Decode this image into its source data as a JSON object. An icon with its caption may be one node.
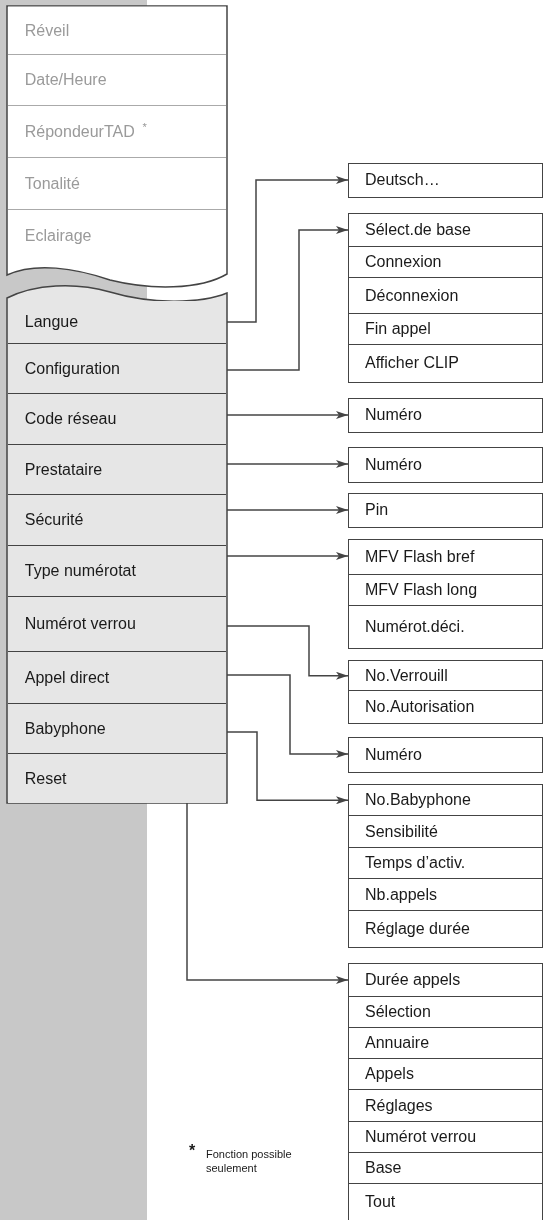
{
  "diagram": {
    "nodes": [
      {
        "text": [
          "Réveil"
        ]
      },
      {
        "text": [
          "Date/Heure"
        ]
      },
      {
        "text": [
          "RépondeurTAD $^{*}$"
        ]
      },
      {
        "text": [
          "Tonalité"
        ]
      },
      {
        "text": [
          "Eclairage"
        ]
      },
      {
        "text": [
          "Langue"
        ]
      },
      {
        "text": [
          "Configuration"
        ]
      },
      {
        "text": [
          "Code réseau"
        ]
      },
      {
        "text": [
          "Prestataire"
        ]
      },
      {
        "text": [
          "Sécurité"
        ]
      },
      {
        "text": [
          "Type numérotat"
        ]
      },
      {
        "text": [
          "Numérot verrou"
        ]
      },
      {
        "text": [
          "Appel direct"
        ]
      },
      {
        "text": [
          "Babyphone"
        ]
      },
      {
        "text": [
          "Reset"
        ]
      },
      {
        "text": [
          "Deutsch…"
        ]
      },
      {
        "text": [
          "Sélect.de base"
        ]
      },
      {
        "text": [
          "Connexion"
        ]
      },
      {
        "text": [
          "Déconnexion"
        ]
      },
      {
        "text": [
          "Fin appel"
        ]
      },
      {
        "text": [
          "Afficher CLIP"
        ]
      },
      {
        "text": [
          "Numéro"
        ]
      },
      {
        "text": [
          "Numéro"
        ]
      },
      {
        "text": [
          "Pin"
        ]
      },
      {
        "text": [
          "MFV Flash bref"
        ]
      },
      {
        "text": [
          "MFV Flash long"
        ]
      },
      {
        "text": [
          "Numérot.déci."
        ]
      },
      {
        "text": [
          "No.Verrouill"
        ]
      },
      {
        "text": [
          "No.Autorisation"
        ]
      },
      {
        "text": [
          "Numéro"
        ]
      },
      {
        "text": [
          "No.Babyphone"
        ]
      },
      {
        "text": [
          "Sensibilité"
        ]
      },
      {
        "text": [
          "Temps d’activ."
        ]
      },
      {
        "text": [
          "Nb.appels"
        ]
      },
      {
        "text": [
          "Réglage durée"
        ]
      },
      {
        "text": [
          "Durée appels"
        ]
      },
      {
        "text": [
          "Sélection"
        ]
      },
      {
        "text": [
          "Annuaire"
        ]
      },
      {
        "text": [
          "Appels"
        ]
      },
      {
        "text": [
          "Réglages"
        ]
      },
      {
        "text": [
          "Numérot verrou"
        ]
      },
      {
        "text": [
          "Base"
        ]
      },
      {
        "text": [
          "Tout"
        ]
      }
    ],
    "edges": [
      {
        "from": 5,
        "to": 15,
        "arrow": "to"
      },
      {
        "from": 6,
        "to": 16,
        "arrow": "to"
      },
      {
        "from": 7,
        "to": 21,
        "arrow": "to"
      },
      {
        "from": 8,
        "to": 22,
        "arrow": "to"
      },
      {
        "from": 9,
        "to": 23,
        "arrow": "to"
      },
      {
        "from": 10,
        "to": 24,
        "arrow": "to"
      },
      {
        "from": 11,
        "to": 27,
        "arrow": "to"
      },
      {
        "from": 12,
        "to": 29,
        "arrow": "to"
      },
      {
        "from": 13,
        "to": 30,
        "arrow": "to"
      },
      {
        "from": 14,
        "to": 35,
        "arrow": "to"
      }
    ],
    "labels": [
      "*",
      "Fonction possible seulement"
    ]
  }
}
